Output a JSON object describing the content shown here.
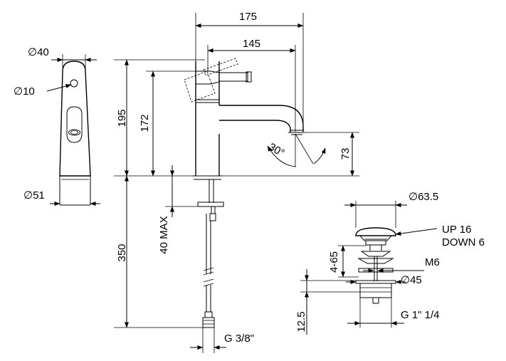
{
  "dimensions": {
    "d40": "∅40",
    "d10": "∅10",
    "d51": "∅51",
    "w175": "175",
    "w145": "145",
    "h195": "195",
    "h172": "172",
    "h73": "73",
    "angle": "30°",
    "h350": "350",
    "max40": "40 MAX",
    "g38": "G 3/8\"",
    "d635": "∅63.5",
    "up": "UP 16",
    "down": "DOWN 6",
    "r465": "4-65",
    "m6": "M6",
    "d45": "∅45",
    "h125": "12.5",
    "g114": "G 1\" 1/4"
  }
}
